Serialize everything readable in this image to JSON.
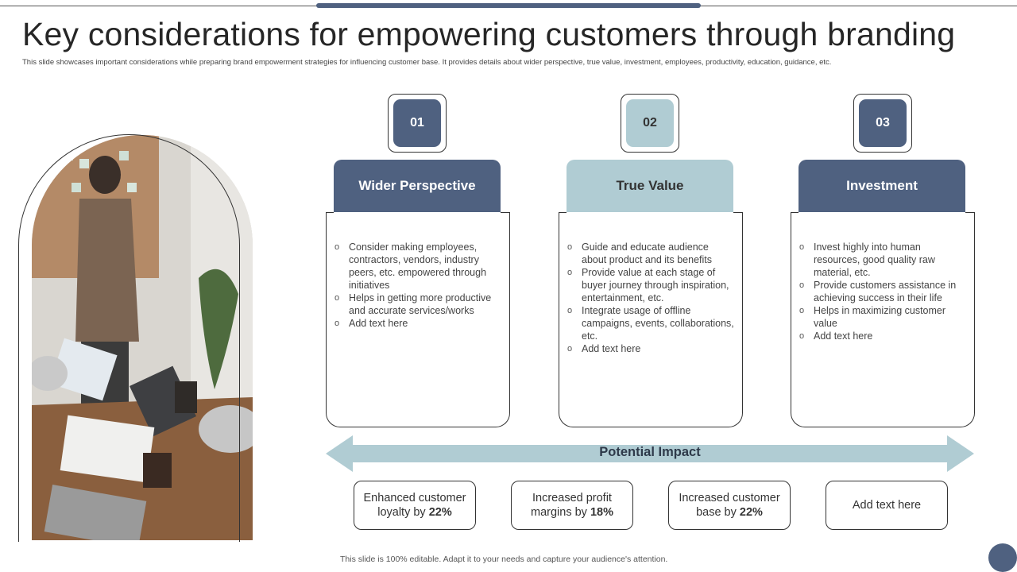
{
  "title": "Key considerations for empowering customers through branding",
  "subtitle": "This slide showcases important considerations while preparing brand empowerment strategies for influencing customer base. It provides details about wider perspective, true value, investment, employees, productivity, education, guidance, etc.",
  "colors": {
    "dark": "#4f6180",
    "light": "#b0ccd3",
    "arrow": "#b0ccd3"
  },
  "columns": [
    {
      "number": "01",
      "heading": "Wider Perspective",
      "style": "dark",
      "bullets": [
        "Consider making employees, contractors, vendors, industry peers, etc. empowered through initiatives",
        "Helps in getting more productive and accurate services/works",
        "Add text here"
      ]
    },
    {
      "number": "02",
      "heading": "True Value",
      "style": "light",
      "bullets": [
        "Guide and educate audience about product and its benefits",
        "Provide value at each stage of buyer journey through inspiration, entertainment, etc.",
        "Integrate usage of offline campaigns, events, collaborations, etc.",
        "Add text here"
      ]
    },
    {
      "number": "03",
      "heading": "Investment",
      "style": "dark",
      "bullets": [
        "Invest highly into human resources, good quality raw material, etc.",
        "Provide customers assistance in achieving success in their life",
        "Helps in maximizing customer value",
        "Add text here"
      ]
    }
  ],
  "impact": {
    "label": "Potential Impact",
    "boxes": [
      {
        "text": "Enhanced customer loyalty by",
        "value": "22%"
      },
      {
        "text": "Increased profit margins by",
        "value": "18%"
      },
      {
        "text": "Increased customer base by",
        "value": "22%"
      },
      {
        "text": "Add text here",
        "value": ""
      }
    ]
  },
  "footer": "This slide is 100% editable. Adapt it to your needs and capture your audience's attention."
}
